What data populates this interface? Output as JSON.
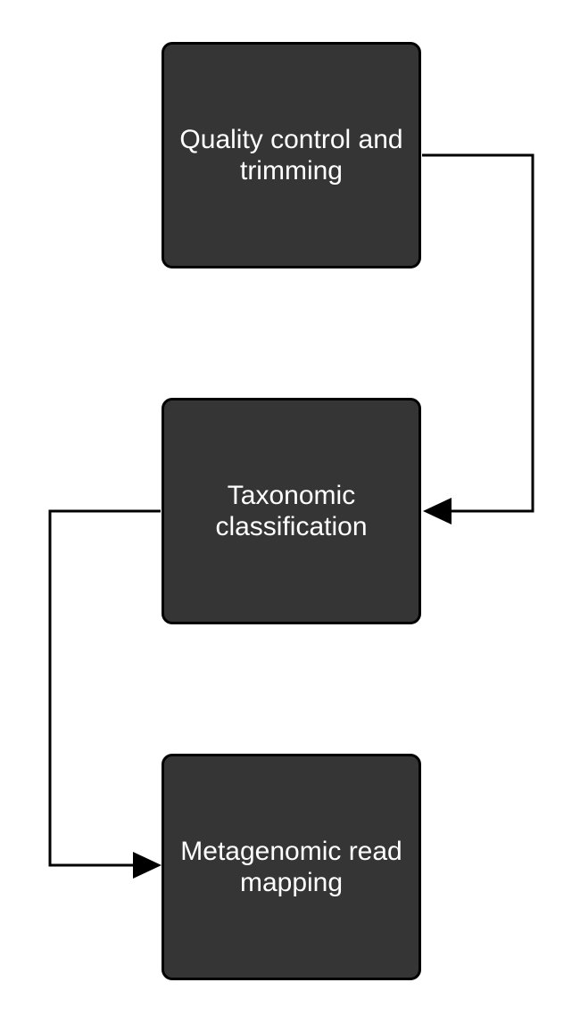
{
  "diagram": {
    "nodes": [
      {
        "id": "qc",
        "label": "Quality control and trimming"
      },
      {
        "id": "tax",
        "label": "Taxonomic classification"
      },
      {
        "id": "map",
        "label": "Metagenomic read mapping"
      }
    ],
    "edges": [
      {
        "from": "qc",
        "to": "tax"
      },
      {
        "from": "tax",
        "to": "map"
      }
    ],
    "colors": {
      "node_fill": "#353535",
      "node_border": "#000000",
      "node_text": "#ffffff",
      "connector": "#000000",
      "background": "#ffffff"
    }
  }
}
